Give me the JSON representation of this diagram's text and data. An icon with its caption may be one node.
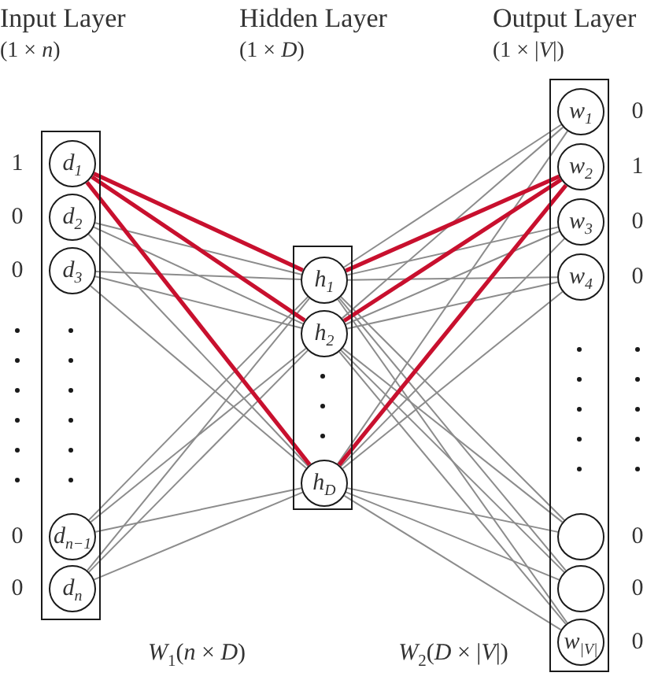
{
  "diagram": {
    "nodes": [
      {
        "text": [],
        "shape": "box"
      },
      {
        "text": [
          "d$_{1}$"
        ],
        "in": 0,
        "beside": [
          "1"
        ]
      },
      {
        "text": [
          "d$_{2}$"
        ],
        "in": 0,
        "beside": [
          "0"
        ]
      },
      {
        "text": [
          "d$_{3}$"
        ],
        "in": 0,
        "beside": [
          "0"
        ]
      },
      {
        "text": [
          "d$_{n−1}$"
        ],
        "in": 0,
        "beside": [
          "0"
        ]
      },
      {
        "text": [
          "d$_{n}$"
        ],
        "in": 0,
        "beside": [
          "0"
        ]
      },
      {
        "text": [],
        "shape": "box"
      },
      {
        "text": [
          "h$_{1}$"
        ],
        "in": 6
      },
      {
        "text": [
          "h$_{2}$"
        ],
        "in": 6
      },
      {
        "text": [
          "h$_{D}$"
        ],
        "in": 6
      },
      {
        "text": [],
        "shape": "box"
      },
      {
        "text": [
          "w$_{1}$"
        ],
        "in": 10,
        "beside": [
          "0"
        ]
      },
      {
        "text": [
          "w$_{2}$"
        ],
        "in": 10,
        "beside": [
          "1"
        ]
      },
      {
        "text": [
          "w$_{3}$"
        ],
        "in": 10,
        "beside": [
          "0"
        ]
      },
      {
        "text": [
          "w$_{4}$"
        ],
        "in": 10,
        "beside": [
          "0"
        ]
      },
      {
        "text": [],
        "shape": "circle",
        "in": 10,
        "beside": [
          "0"
        ]
      },
      {
        "text": [],
        "shape": "circle",
        "in": 10,
        "beside": [
          "0"
        ]
      },
      {
        "text": [
          "w$_{|V|}$"
        ],
        "in": 10,
        "beside": [
          "0"
        ]
      }
    ],
    "edges": [
      {
        "from": 1,
        "to": 7,
        "arrow": "none",
        "style": "thick",
        "color": "#c8102e"
      },
      {
        "from": 1,
        "to": 8,
        "arrow": "none",
        "style": "thick",
        "color": "#c8102e"
      },
      {
        "from": 1,
        "to": 9,
        "arrow": "none",
        "style": "thick",
        "color": "#c8102e"
      },
      {
        "from": 2,
        "to": 7,
        "arrow": "none"
      },
      {
        "from": 2,
        "to": 8,
        "arrow": "none"
      },
      {
        "from": 2,
        "to": 9,
        "arrow": "none"
      },
      {
        "from": 3,
        "to": 7,
        "arrow": "none"
      },
      {
        "from": 3,
        "to": 8,
        "arrow": "none"
      },
      {
        "from": 3,
        "to": 9,
        "arrow": "none"
      },
      {
        "from": 4,
        "to": 7,
        "arrow": "none"
      },
      {
        "from": 4,
        "to": 8,
        "arrow": "none"
      },
      {
        "from": 4,
        "to": 9,
        "arrow": "none"
      },
      {
        "from": 5,
        "to": 7,
        "arrow": "none"
      },
      {
        "from": 5,
        "to": 8,
        "arrow": "none"
      },
      {
        "from": 5,
        "to": 9,
        "arrow": "none"
      },
      {
        "from": 7,
        "to": 11,
        "arrow": "none"
      },
      {
        "from": 7,
        "to": 12,
        "arrow": "none",
        "style": "thick",
        "color": "#c8102e"
      },
      {
        "from": 7,
        "to": 13,
        "arrow": "none"
      },
      {
        "from": 7,
        "to": 14,
        "arrow": "none"
      },
      {
        "from": 7,
        "to": 15,
        "arrow": "none"
      },
      {
        "from": 7,
        "to": 16,
        "arrow": "none"
      },
      {
        "from": 7,
        "to": 17,
        "arrow": "none"
      },
      {
        "from": 8,
        "to": 11,
        "arrow": "none"
      },
      {
        "from": 8,
        "to": 12,
        "arrow": "none",
        "style": "thick",
        "color": "#c8102e"
      },
      {
        "from": 8,
        "to": 13,
        "arrow": "none"
      },
      {
        "from": 8,
        "to": 14,
        "arrow": "none"
      },
      {
        "from": 8,
        "to": 15,
        "arrow": "none"
      },
      {
        "from": 8,
        "to": 16,
        "arrow": "none"
      },
      {
        "from": 8,
        "to": 17,
        "arrow": "none"
      },
      {
        "from": 9,
        "to": 11,
        "arrow": "none"
      },
      {
        "from": 9,
        "to": 12,
        "arrow": "none",
        "style": "thick",
        "color": "#c8102e"
      },
      {
        "from": 9,
        "to": 13,
        "arrow": "none"
      },
      {
        "from": 9,
        "to": 14,
        "arrow": "none"
      },
      {
        "from": 9,
        "to": 15,
        "arrow": "none"
      },
      {
        "from": 9,
        "to": 16,
        "arrow": "none"
      },
      {
        "from": 9,
        "to": 17,
        "arrow": "none"
      }
    ],
    "labels": [
      "Input Layer",
      "Hidden Layer",
      "Output Layer",
      "(1 × *n*)",
      "(1 × *D*)",
      "(1 × |*V*|)",
      "*W*$_{1}$(*n* × *D*)",
      "*W*$_{2}$(*D* × |*V*|)"
    ]
  }
}
